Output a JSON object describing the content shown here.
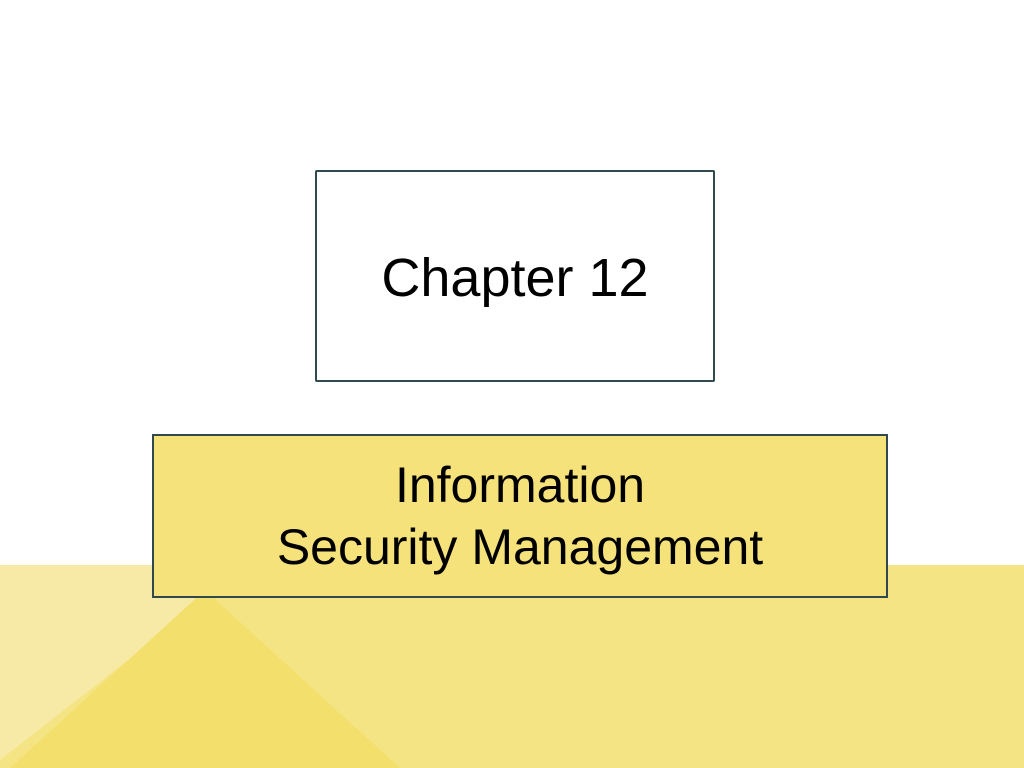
{
  "slide": {
    "chapter_label": "Chapter 12",
    "title_line_1": "Information",
    "title_line_2": "Security Management"
  },
  "colors": {
    "background": "#ffffff",
    "band_yellow": "#f5e483",
    "band_pale": "#f7eaa6",
    "band_gold": "#f3df6c",
    "title_box_fill": "#f6e27a",
    "box_border": "#2e4a4e",
    "text": "#000000"
  }
}
